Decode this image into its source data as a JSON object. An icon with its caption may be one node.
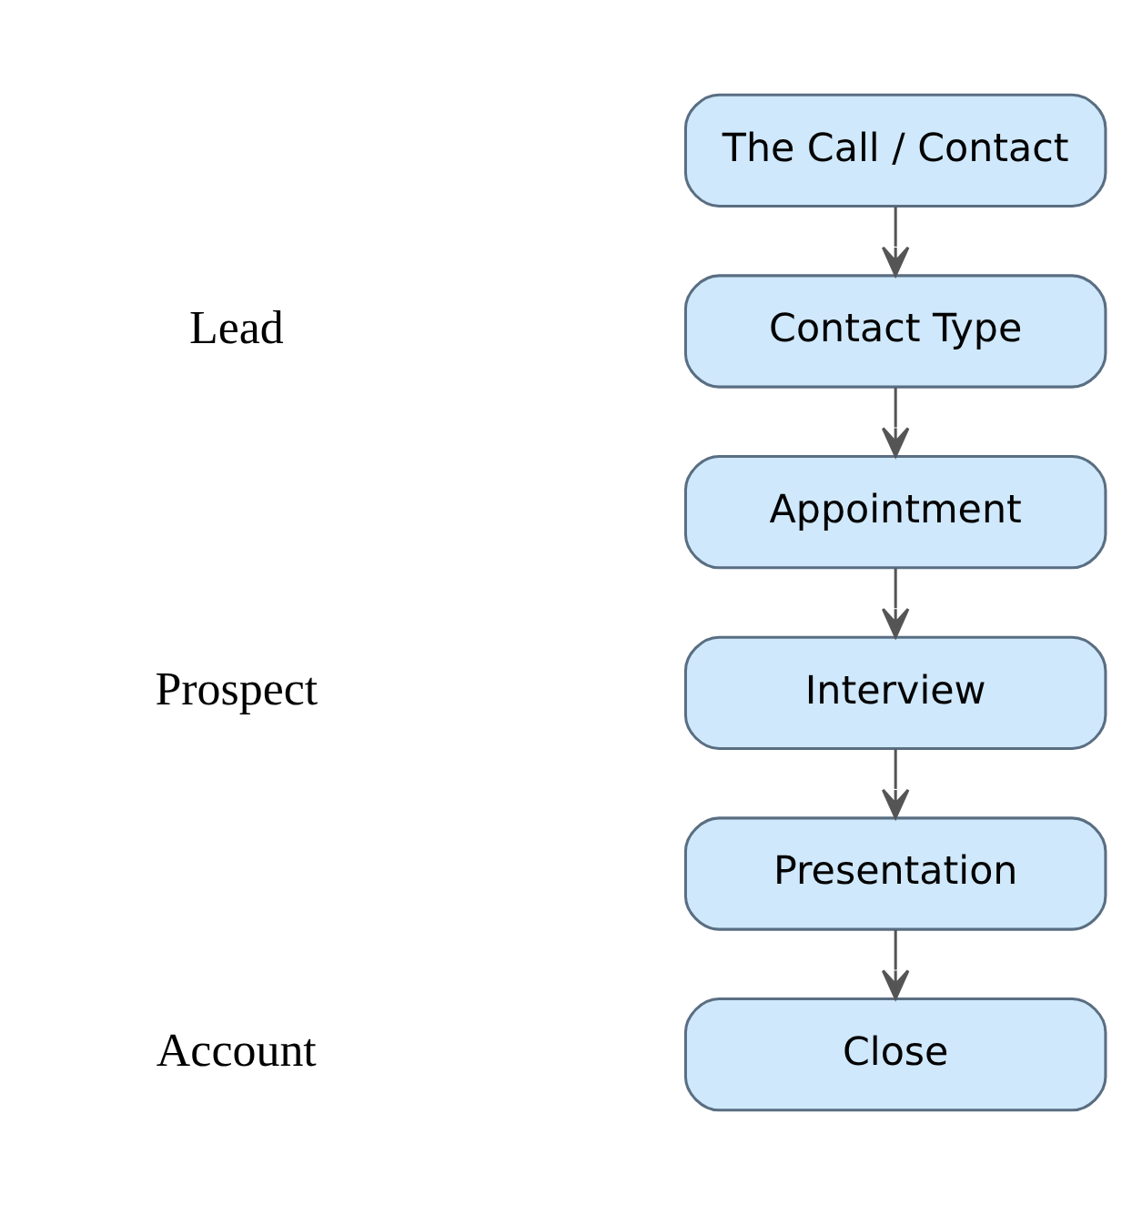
{
  "diagram": {
    "nodes": [
      {
        "text": [
          "The Call / Contact"
        ]
      },
      {
        "text": [
          "Contact Type"
        ]
      },
      {
        "text": [
          "Appointment"
        ]
      },
      {
        "text": [
          "Interview"
        ]
      },
      {
        "text": [
          "Presentation"
        ]
      },
      {
        "text": [
          "Close"
        ]
      }
    ],
    "edges": [
      {
        "from": 0,
        "to": 1,
        "arrow": "to"
      },
      {
        "from": 1,
        "to": 2,
        "arrow": "to"
      },
      {
        "from": 2,
        "to": 3,
        "arrow": "to"
      },
      {
        "from": 3,
        "to": 4,
        "arrow": "to"
      },
      {
        "from": 4,
        "to": 5,
        "arrow": "to"
      }
    ],
    "labels": [
      "Lead",
      "Prospect",
      "Account"
    ]
  }
}
